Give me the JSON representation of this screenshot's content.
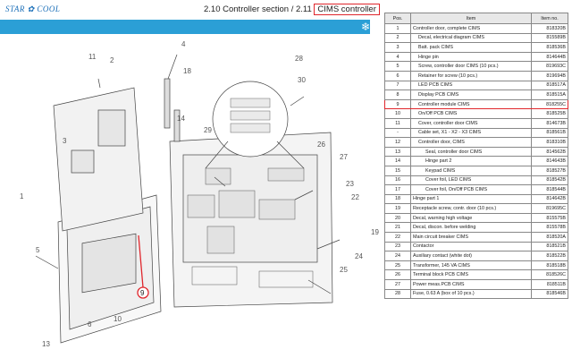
{
  "header": {
    "logo_text": "STAR ✿ COOL",
    "section_text": "2.10 Controller section / 2.11 ",
    "highlight_text": "CIMS controller",
    "accent_color": "#2b9fd6",
    "highlight_color": "#e0262c"
  },
  "table": {
    "headers": {
      "pos": "Pos.",
      "item": "Item",
      "no": "Item no."
    },
    "rows": [
      {
        "pos": "1",
        "item": "Controller door, complete CIMS",
        "no": "818320B",
        "indent": 0
      },
      {
        "pos": "2",
        "item": "Decal, electrical diagram CIMS",
        "no": "815589B",
        "indent": 1
      },
      {
        "pos": "3",
        "item": "Batt. pack CIMS",
        "no": "818536B",
        "indent": 1
      },
      {
        "pos": "4",
        "item": "Hinge pin",
        "no": "814644B",
        "indent": 1
      },
      {
        "pos": "5",
        "item": "Screw, controller door CIMS (10 pcs.)",
        "no": "819693C",
        "indent": 1
      },
      {
        "pos": "6",
        "item": "Retainer for screw (10 pcs.)",
        "no": "819694B",
        "indent": 1
      },
      {
        "pos": "7",
        "item": "LED PCB CIMS",
        "no": "818517A",
        "indent": 1
      },
      {
        "pos": "8",
        "item": "Display PCB CIMS",
        "no": "818515A",
        "indent": 1
      },
      {
        "pos": "9",
        "item": "Controller module CIMS",
        "no": "818255C",
        "indent": 1,
        "selected": true
      },
      {
        "pos": "10",
        "item": "On/Off PCB CIMS",
        "no": "818525B",
        "indent": 1
      },
      {
        "pos": "11",
        "item": "Cover, controller door CIMS",
        "no": "814673B",
        "indent": 1
      },
      {
        "pos": "-",
        "item": "Cable set, X1 - X2 - X3 CIMS",
        "no": "818561B",
        "indent": 1
      },
      {
        "pos": "12",
        "item": "Controller door, CIMS",
        "no": "818310B",
        "indent": 1
      },
      {
        "pos": "13",
        "item": "Seal, controller door CIMS",
        "no": "814562B",
        "indent": 2
      },
      {
        "pos": "14",
        "item": "Hinge part 2",
        "no": "814643B",
        "indent": 2
      },
      {
        "pos": "15",
        "item": "Keypad CIMS",
        "no": "818527B",
        "indent": 2
      },
      {
        "pos": "16",
        "item": "Cover foil, LED CIMS",
        "no": "818542B",
        "indent": 2
      },
      {
        "pos": "17",
        "item": "Cover foil, On/Off PCB CIMS",
        "no": "818544B",
        "indent": 2
      },
      {
        "pos": "18",
        "item": "Hinge part 1",
        "no": "814642B",
        "indent": 0
      },
      {
        "pos": "19",
        "item": "Receptacle screw, contr. door (10 pcs.)",
        "no": "819695C",
        "indent": 0
      },
      {
        "pos": "20",
        "item": "Decal, warning high voltage",
        "no": "815575B",
        "indent": 0
      },
      {
        "pos": "21",
        "item": "Decal, discon. before welding",
        "no": "815578B",
        "indent": 0
      },
      {
        "pos": "22",
        "item": "Main circuit breaker CIMS",
        "no": "818520A",
        "indent": 0
      },
      {
        "pos": "23",
        "item": "Contactor",
        "no": "818521B",
        "indent": 0
      },
      {
        "pos": "24",
        "item": "Auxiliary contact (white dot)",
        "no": "818522B",
        "indent": 0
      },
      {
        "pos": "25",
        "item": "Transformer, 145 VA CIMS",
        "no": "818518B",
        "indent": 0
      },
      {
        "pos": "26",
        "item": "Terminal block PCB CIMS",
        "no": "818526C",
        "indent": 0
      },
      {
        "pos": "27",
        "item": "Power meas.PCB CIMS",
        "no": "818511B",
        "indent": 0
      },
      {
        "pos": "28",
        "item": "Fuse, 0.63 A (box of 10 pcs.)",
        "no": "818546B",
        "indent": 0
      }
    ]
  },
  "callouts": [
    "1",
    "2",
    "3",
    "4",
    "5",
    "6",
    "9",
    "10",
    "11",
    "13",
    "14",
    "18",
    "19",
    "22",
    "23",
    "24",
    "25",
    "26",
    "27",
    "28",
    "29",
    "30"
  ]
}
